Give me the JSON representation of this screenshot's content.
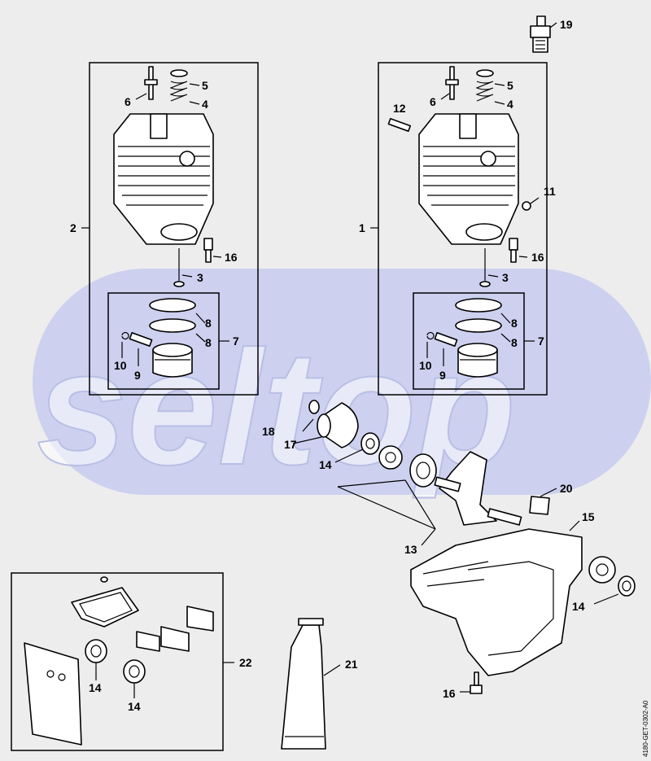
{
  "watermark": {
    "text": "seltop",
    "band_color": "#cdd1ef"
  },
  "document_number": "4180-GET-0302-A0",
  "callouts": {
    "c19": "19",
    "left_group": {
      "c2": "2",
      "c5": "5",
      "c6": "6",
      "c4": "4",
      "c16": "16",
      "c3": "3",
      "c8a": "8",
      "c8b": "8",
      "c7": "7",
      "c10": "10",
      "c9": "9"
    },
    "right_group": {
      "c1": "1",
      "c5": "5",
      "c6": "6",
      "c4": "4",
      "c12": "12",
      "c11": "11",
      "c16": "16",
      "c3": "3",
      "c8a": "8",
      "c8b": "8",
      "c7": "7",
      "c10": "10",
      "c9": "9"
    },
    "c18": "18",
    "c17": "17",
    "c14a": "14",
    "c20": "20",
    "c15": "15",
    "c13": "13",
    "c14b": "14",
    "c16b": "16",
    "gasket_kit": {
      "c22": "22",
      "c14a": "14",
      "c14b": "14"
    },
    "c21": "21"
  }
}
